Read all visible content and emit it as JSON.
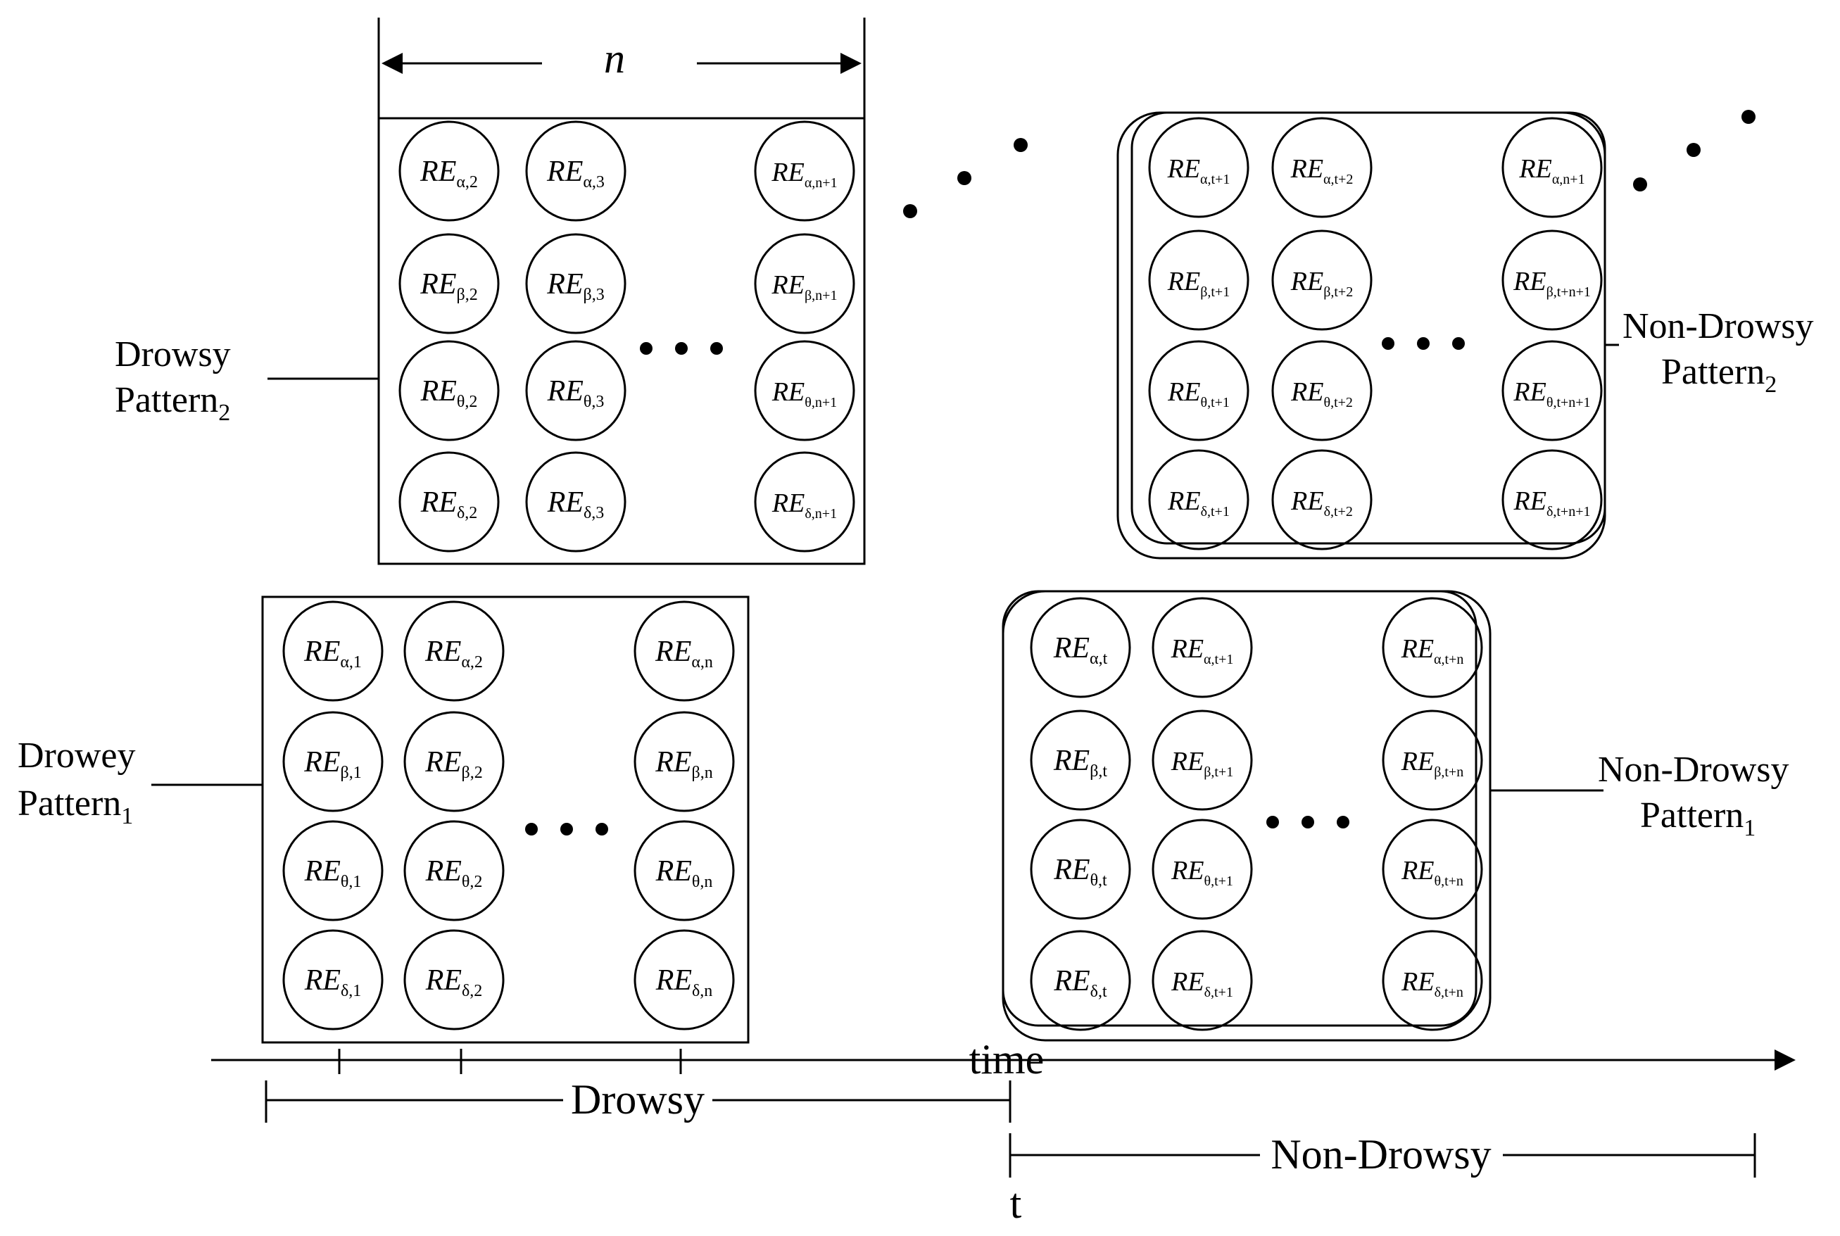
{
  "width_label": "n",
  "time_label": "time",
  "t_label": "t",
  "drowsy_span_label": "Drowsy",
  "non_drowsy_span_label": "Non-Drowsy",
  "panels": {
    "drowsy_1": {
      "label_line1": "Drowey",
      "label_line2": "Pattern",
      "label_sub": "1",
      "columns": [
        [
          "α,1",
          "β,1",
          "θ,1",
          "δ,1"
        ],
        [
          "α,2",
          "β,2",
          "θ,2",
          "δ,2"
        ],
        [
          "α,n",
          "β,n",
          "θ,n",
          "δ,n"
        ]
      ]
    },
    "drowsy_2": {
      "label_line1": "Drowsy",
      "label_line2": "Pattern",
      "label_sub": "2",
      "columns": [
        [
          "α,2",
          "β,2",
          "θ,2",
          "δ,2"
        ],
        [
          "α,3",
          "β,3",
          "θ,3",
          "δ,3"
        ],
        [
          "α,n+1",
          "β,n+1",
          "θ,n+1",
          "δ,n+1"
        ]
      ]
    },
    "non_drowsy_1": {
      "label_line1": "Non-Drowsy",
      "label_line2": "Pattern",
      "label_sub": "1",
      "columns": [
        [
          "α,t",
          "β,t",
          "θ,t",
          "δ,t"
        ],
        [
          "α,t+1",
          "β,t+1",
          "θ,t+1",
          "δ,t+1"
        ],
        [
          "α,t+n",
          "β,t+n",
          "θ,t+n",
          "δ,t+n"
        ]
      ]
    },
    "non_drowsy_2": {
      "label_line1": "Non-Drowsy",
      "label_line2": "Pattern",
      "label_sub": "2",
      "columns": [
        [
          "α,t+1",
          "β,t+1",
          "θ,t+1",
          "δ,t+1"
        ],
        [
          "α,t+2",
          "β,t+2",
          "θ,t+2",
          "δ,t+2"
        ],
        [
          "α,n+1",
          "β,t+n+1",
          "θ,t+n+1",
          "δ,t+n+1"
        ]
      ]
    }
  },
  "node_prefix": "RE"
}
